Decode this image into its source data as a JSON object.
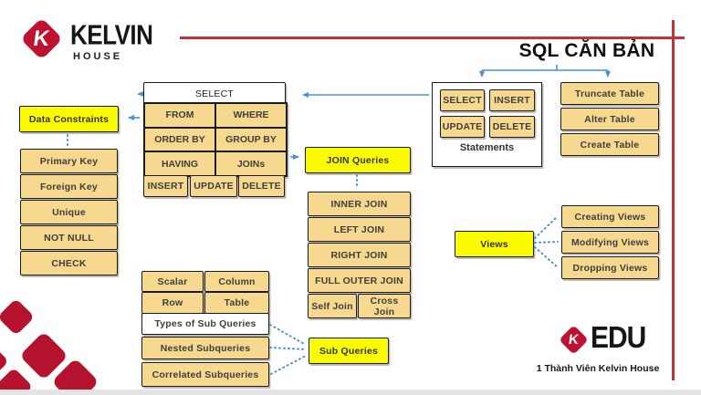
{
  "title": "SQL CĂN BẢN",
  "brand": {
    "name": "KELVIN",
    "sub": "HOUSE",
    "logo_k": "K"
  },
  "footer": {
    "edu": "EDU",
    "edu_k": "K",
    "tagline": "1 Thành Viên Kelvin House"
  },
  "colors": {
    "accent_yellow": "#FBFB00",
    "box_tan": "#F6D88E",
    "arrow_blue": "#4A90D9",
    "line_red": "#C2333C",
    "brand_red": "#BE1230",
    "corner_red": "#B5122E"
  },
  "constraints": {
    "header": "Data Constraints",
    "items": [
      "Primary Key",
      "Foreign Key",
      "Unique",
      "NOT NULL",
      "CHECK"
    ]
  },
  "select_block": {
    "header": "SELECT",
    "cells": [
      "FROM",
      "WHERE",
      "ORDER BY",
      "GROUP BY",
      "HAVING",
      "JOINs"
    ],
    "actions": [
      "INSERT",
      "UPDATE",
      "DELETE"
    ]
  },
  "statements": {
    "label": "Statements",
    "items": [
      "SELECT",
      "INSERT",
      "UPDATE",
      "DELETE"
    ]
  },
  "table_ops": [
    "Truncate Table",
    "Alter Table",
    "Create Table"
  ],
  "joins": {
    "header": "JOIN Queries",
    "items": [
      "INNER JOIN",
      "LEFT JOIN",
      "RIGHT JOIN",
      "FULL OUTER JOIN"
    ],
    "small": [
      "Self Join",
      "Cross Join"
    ]
  },
  "views": {
    "header": "Views",
    "items": [
      "Creating Views",
      "Modifying Views",
      "Dropping Views"
    ]
  },
  "subqueries": {
    "header": "Sub Queries",
    "kinds": [
      "Scalar",
      "Column",
      "Row",
      "Table"
    ],
    "types_label": "Types of Sub Queries",
    "items": [
      "Nested Subqueries",
      "Correlated Subqueries"
    ]
  }
}
